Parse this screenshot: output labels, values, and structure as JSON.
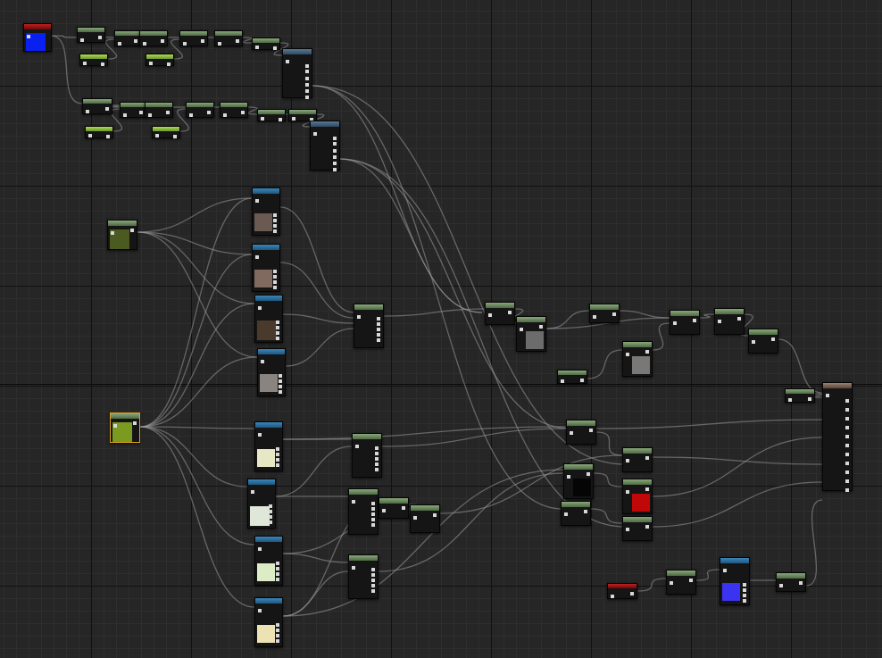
{
  "editor": {
    "name": "",
    "nodes": [
      {
        "id": "color-param-blue",
        "style": "red",
        "swatch": "#0a20f0",
        "sel": false
      },
      {
        "id": "n2",
        "style": "green"
      },
      {
        "id": "n3",
        "style": "green"
      },
      {
        "id": "n4",
        "style": "green"
      },
      {
        "id": "n5",
        "style": "green"
      },
      {
        "id": "n6",
        "style": "green"
      },
      {
        "id": "n7",
        "style": "green"
      },
      {
        "id": "n8",
        "style": "greenlit"
      },
      {
        "id": "n9",
        "style": "greenlit"
      },
      {
        "id": "append-a",
        "style": "steel"
      },
      {
        "id": "n11",
        "style": "green"
      },
      {
        "id": "n12",
        "style": "green"
      },
      {
        "id": "n13",
        "style": "green"
      },
      {
        "id": "n14",
        "style": "green"
      },
      {
        "id": "n15",
        "style": "green"
      },
      {
        "id": "n16",
        "style": "green"
      },
      {
        "id": "n17",
        "style": "green"
      },
      {
        "id": "n18",
        "style": "greenlit"
      },
      {
        "id": "n19",
        "style": "greenlit"
      },
      {
        "id": "append-b",
        "style": "steel"
      },
      {
        "id": "tex-coord",
        "style": "green",
        "swatch": "#4a5a20"
      },
      {
        "id": "tex-rock1",
        "style": "blue",
        "swatch": "#6a5a52"
      },
      {
        "id": "tex-rock2",
        "style": "blue",
        "swatch": "#806a60"
      },
      {
        "id": "tex-dirt",
        "style": "blue",
        "swatch": "#4a3a2c"
      },
      {
        "id": "tex-grey",
        "style": "blue",
        "swatch": "#8a8480"
      },
      {
        "id": "lerp-a",
        "style": "green"
      },
      {
        "id": "mult-a",
        "style": "green"
      },
      {
        "id": "lerp-grey",
        "style": "green",
        "swatch": "#6c6c6c"
      },
      {
        "id": "add-a",
        "style": "green"
      },
      {
        "id": "lerp-grey2",
        "style": "green",
        "swatch": "#7a7876"
      },
      {
        "id": "n31",
        "style": "green"
      },
      {
        "id": "n32",
        "style": "green"
      },
      {
        "id": "n33",
        "style": "green"
      },
      {
        "id": "const-a",
        "style": "green"
      },
      {
        "id": "uv-selected",
        "style": "green",
        "swatch": "#7a9a20",
        "sel": true
      },
      {
        "id": "tex-cream1",
        "style": "blue",
        "swatch": "#e6e8c4"
      },
      {
        "id": "tex-map",
        "style": "blue",
        "swatch": "#dfe8d8"
      },
      {
        "id": "tex-cream2",
        "style": "blue",
        "swatch": "#dcecc4"
      },
      {
        "id": "tex-cream3",
        "style": "blue",
        "swatch": "#ece2b4"
      },
      {
        "id": "n40",
        "style": "green"
      },
      {
        "id": "n41",
        "style": "green"
      },
      {
        "id": "n42",
        "style": "green"
      },
      {
        "id": "n43",
        "style": "green"
      },
      {
        "id": "n44",
        "style": "green"
      },
      {
        "id": "n45",
        "style": "green"
      },
      {
        "id": "n46",
        "style": "green",
        "swatch": "#050505"
      },
      {
        "id": "n47",
        "style": "green"
      },
      {
        "id": "n48",
        "style": "green"
      },
      {
        "id": "n49",
        "style": "green",
        "swatch": "#c00808"
      },
      {
        "id": "n50",
        "style": "green"
      },
      {
        "id": "const-b",
        "style": "green"
      },
      {
        "id": "material-output",
        "style": "brown"
      },
      {
        "id": "color-param-red",
        "style": "red"
      },
      {
        "id": "n54",
        "style": "green"
      },
      {
        "id": "tex-blue",
        "style": "blue",
        "swatch": "#3a34f0"
      },
      {
        "id": "n56",
        "style": "green"
      }
    ]
  }
}
